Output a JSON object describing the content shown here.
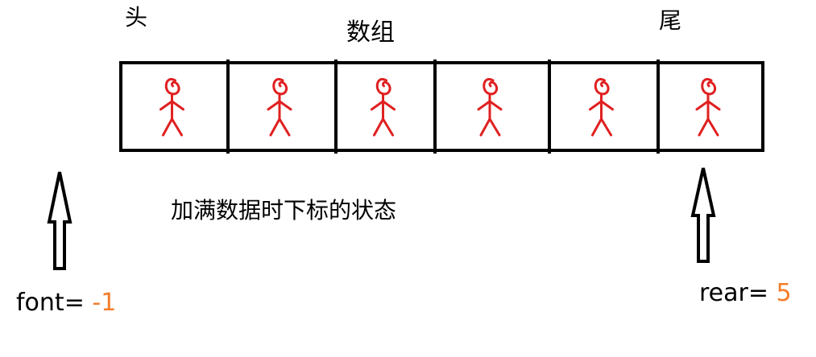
{
  "labels": {
    "head": "头",
    "array": "数组",
    "tail": "尾",
    "caption": "加满数据时下标的状态"
  },
  "pointers": {
    "front": {
      "name": "font=",
      "value": "-1"
    },
    "rear": {
      "name": "rear=",
      "value": "5"
    }
  },
  "array": {
    "cells": [
      {
        "icon": "stick-figure-icon"
      },
      {
        "icon": "stick-figure-icon"
      },
      {
        "icon": "stick-figure-icon"
      },
      {
        "icon": "stick-figure-icon"
      },
      {
        "icon": "stick-figure-icon"
      },
      {
        "icon": "stick-figure-icon"
      }
    ]
  },
  "colors": {
    "figure": "#e02020",
    "value": "#f47c2a",
    "line": "#000000"
  }
}
